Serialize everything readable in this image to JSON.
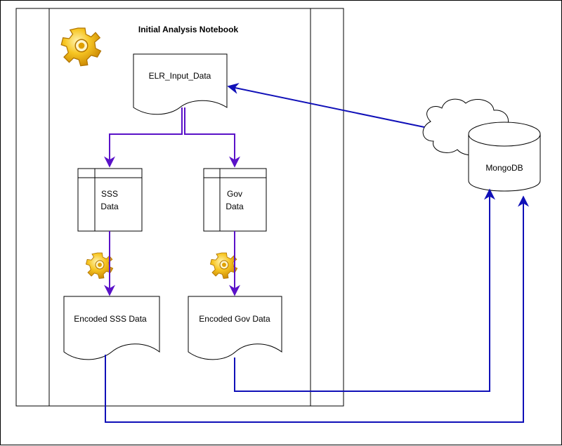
{
  "notebook": {
    "title": "Initial Analysis Notebook"
  },
  "nodes": {
    "input": {
      "label": "ELR_Input_Data"
    },
    "sss": {
      "line1": "SSS",
      "line2": "Data"
    },
    "gov": {
      "line1": "Gov",
      "line2": "Data"
    },
    "enc_sss": {
      "label": "Encoded SSS Data"
    },
    "enc_gov": {
      "label": "Encoded Gov Data"
    },
    "db": {
      "label": "MongoDB"
    }
  },
  "colors": {
    "purple": "#5a12c8",
    "blue": "#1010b8",
    "gear": "#f2b705"
  },
  "icons": [
    "gear-icon",
    "cloud-icon",
    "database-icon",
    "document-icon",
    "table-icon"
  ]
}
